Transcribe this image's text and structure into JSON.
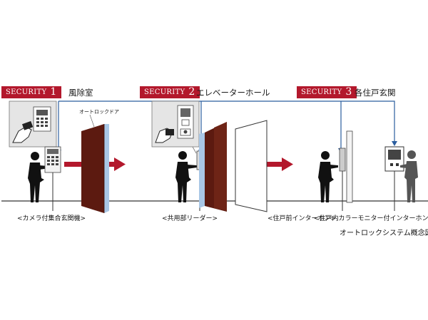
{
  "steps": [
    {
      "badge": "SECURITY",
      "number": "1",
      "place": "風除室",
      "device_caption": "<カメラ付集合玄関機>"
    },
    {
      "badge": "SECURITY",
      "number": "2",
      "place": "エレベーターホール",
      "device_caption": "<共用部リーダー>"
    },
    {
      "badge": "SECURITY",
      "number": "3",
      "place": "各住戸玄関",
      "device_caption": "<住戸前インターホン>"
    }
  ],
  "door_label": "オートロックドア",
  "indoor_caption": "<住戸内カラーモニター付インターホン>",
  "diagram_title": "オートロックシステム概念図",
  "colors": {
    "accent": "#b3182c",
    "door": "#5c1a10",
    "line": "#2a5d9e",
    "glass": "#a9c7e6"
  }
}
